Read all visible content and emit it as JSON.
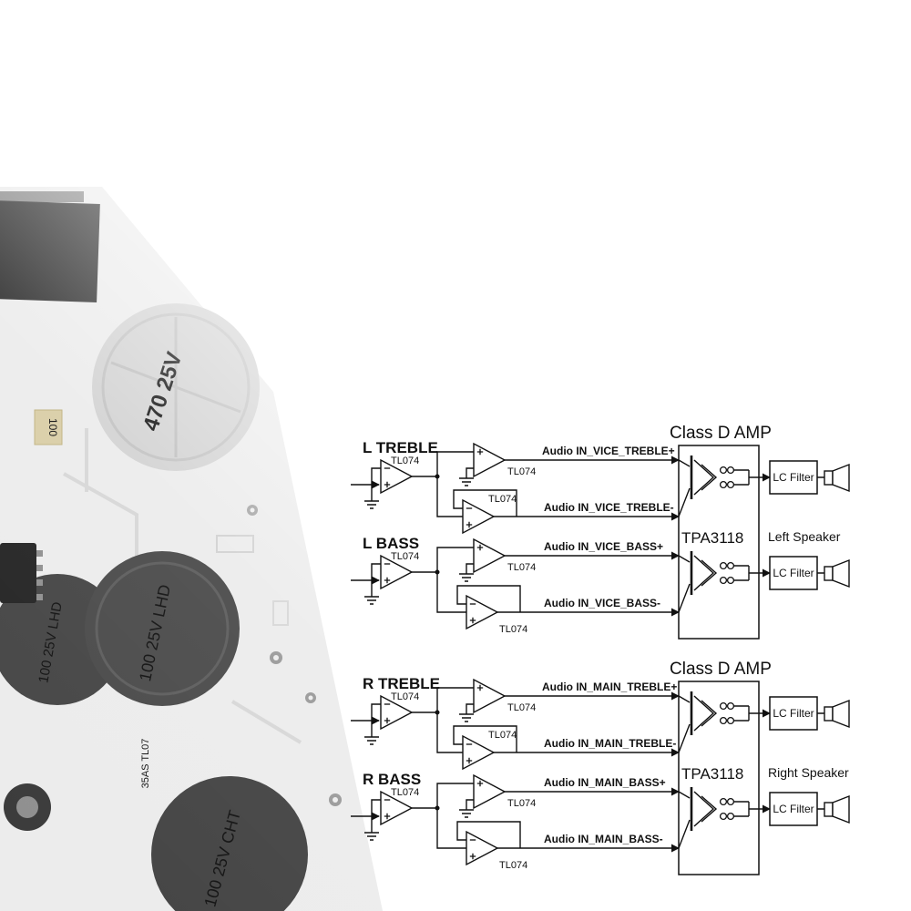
{
  "background": {
    "labels": [
      {
        "text": "470 25V"
      },
      {
        "text": "100 25V LHD"
      },
      {
        "text": "100 25V LHD"
      },
      {
        "text": "100 25V CHT"
      },
      {
        "text": "100"
      },
      {
        "text": "35AS TL07"
      }
    ]
  },
  "diagram": {
    "tl074": "TL074",
    "channels": [
      {
        "amp_title": "Class D AMP",
        "chip": "TPA3118",
        "speaker_label": "Left Speaker",
        "lc_filter": "LC Filter",
        "inputs": [
          {
            "name": "L TREBLE",
            "plus_signal": "Audio IN_VICE_TREBLE+",
            "minus_signal": "Audio IN_VICE_TREBLE-"
          },
          {
            "name": "L BASS",
            "plus_signal": "Audio IN_VICE_BASS+",
            "minus_signal": "Audio IN_VICE_BASS-"
          }
        ]
      },
      {
        "amp_title": "Class D AMP",
        "chip": "TPA3118",
        "speaker_label": "Right Speaker",
        "lc_filter": "LC Filter",
        "inputs": [
          {
            "name": "R TREBLE",
            "plus_signal": "Audio IN_MAIN_TREBLE+",
            "minus_signal": "Audio IN_MAIN_TREBLE-"
          },
          {
            "name": "R BASS",
            "plus_signal": "Audio IN_MAIN_BASS+",
            "minus_signal": "Audio IN_MAIN_BASS-"
          }
        ]
      }
    ]
  }
}
